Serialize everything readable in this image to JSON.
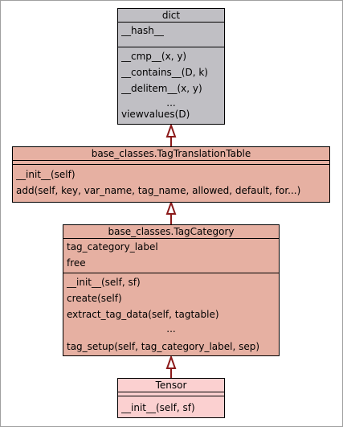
{
  "diagram": {
    "nodes": [
      {
        "id": "dict",
        "title": "dict",
        "attributes": [
          "__hash__"
        ],
        "methods": [
          "__cmp__(x, y)",
          "__contains__(D, k)",
          "__delitem__(x, y)",
          "...",
          "viewvalues(D)"
        ],
        "fill": "#c0bfc4"
      },
      {
        "id": "tag_translation_table",
        "title": "base_classes.TagTranslationTable",
        "attributes": [],
        "methods": [
          "__init__(self)",
          "add(self, key, var_name, tag_name, allowed, default, for...)"
        ],
        "fill": "#e6b0a2"
      },
      {
        "id": "tag_category",
        "title": "base_classes.TagCategory",
        "attributes": [
          "tag_category_label",
          "free"
        ],
        "methods": [
          "__init__(self, sf)",
          "create(self)",
          "extract_tag_data(self, tagtable)",
          "...",
          "tag_setup(self, tag_category_label, sep)"
        ],
        "fill": "#e6b0a2"
      },
      {
        "id": "tensor",
        "title": "Tensor",
        "attributes": [],
        "methods": [
          "__init__(self, sf)"
        ],
        "fill": "#fbd0d0"
      }
    ],
    "edges": [
      {
        "from": "tag_translation_table",
        "to": "dict",
        "type": "inheritance"
      },
      {
        "from": "tag_category",
        "to": "tag_translation_table",
        "type": "inheritance"
      },
      {
        "from": "tensor",
        "to": "tag_category",
        "type": "inheritance"
      }
    ],
    "edge_color": "#8b1a1a"
  }
}
